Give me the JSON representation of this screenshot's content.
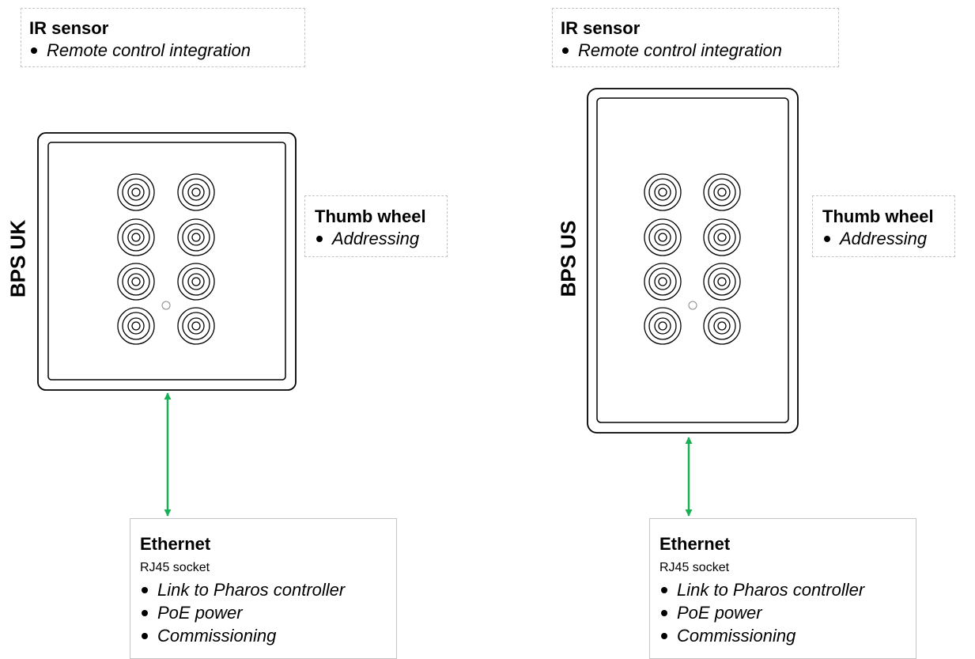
{
  "left": {
    "device_label": "BPS UK",
    "ir": {
      "title": "IR sensor",
      "items": [
        "Remote control integration"
      ]
    },
    "thumb": {
      "title": "Thumb wheel",
      "items": [
        "Addressing"
      ]
    },
    "ethernet": {
      "title": "Ethernet",
      "subtitle": "RJ45 socket",
      "items": [
        "Link to Pharos controller",
        "PoE power",
        "Commissioning"
      ]
    }
  },
  "right": {
    "device_label": "BPS US",
    "ir": {
      "title": "IR sensor",
      "items": [
        "Remote control integration"
      ]
    },
    "thumb": {
      "title": "Thumb wheel",
      "items": [
        "Addressing"
      ]
    },
    "ethernet": {
      "title": "Ethernet",
      "subtitle": "RJ45 socket",
      "items": [
        "Link to Pharos controller",
        "PoE power",
        "Commissioning"
      ]
    }
  },
  "colors": {
    "arrow": "#1aaf54",
    "callout_border": "#c4c4c4",
    "line": "#000000"
  },
  "icons": {
    "button": "concentric-circles",
    "ir_window": "small-circle",
    "bullet": "filled-dot"
  }
}
